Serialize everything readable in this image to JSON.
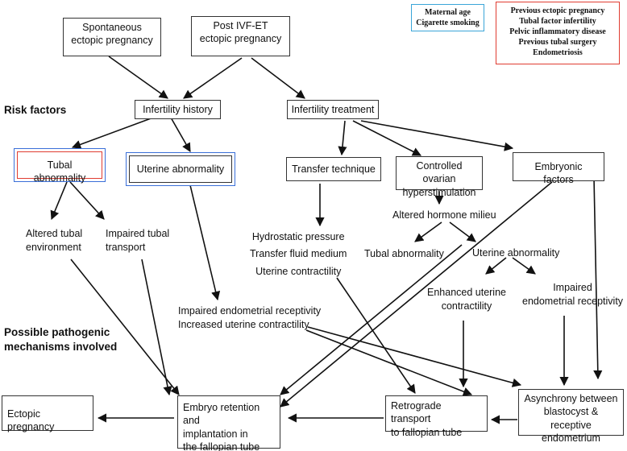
{
  "colors": {
    "box_border": "#333333",
    "arrow": "#111111",
    "red_accent": "#e03c31",
    "blue_accent": "#3a6fd8",
    "cyan_accent": "#3aa5d8"
  },
  "nodes": {
    "spontaneous": [
      "Spontaneous",
      "ectopic pregnancy"
    ],
    "post_ivf": [
      "Post IVF-ET",
      "ectopic pregnancy"
    ],
    "maternal_legend": [
      "Maternal age",
      "Cigarette smoking"
    ],
    "previous_legend": [
      "Previous ectopic pregnancy",
      "Tubal factor infertility",
      "Pelvic inflammatory disease",
      "Previous tubal surgery",
      "Endometriosis"
    ],
    "risk_factors_label": "Risk factors",
    "infertility_history": "Infertility history",
    "infertility_treatment": "Infertility treatment",
    "tubal_abnormality_box": "Tubal abnormality",
    "uterine_abnormality_box": "Uterine abnormality",
    "transfer_technique": "Transfer technique",
    "controlled_ovarian": [
      "Controlled ovarian",
      "hyperstimulation"
    ],
    "embryonic_factors": "Embryonic factors",
    "altered_tubal": [
      "Altered tubal",
      "environment"
    ],
    "impaired_tubal": [
      "Impaired tubal",
      "transport"
    ],
    "altered_hormone": "Altered hormone milieu",
    "hydrostatic": [
      "Hydrostatic pressure",
      "Transfer fluid medium",
      "Uterine contractility"
    ],
    "tubal_abnormality_text": "Tubal abnormality",
    "uterine_abnormality_text": "Uterine abnormality",
    "enhanced_uterine": [
      "Enhanced uterine",
      "contractility"
    ],
    "impaired_endometrial_receptivity": [
      "Impaired",
      "endometrial receptivity"
    ],
    "impaired_endometrial_increased": [
      "Impaired endometrial receptivity",
      "Increased uterine contractility"
    ],
    "pathogenic_label": [
      "Possible pathogenic",
      "mechanisms involved"
    ],
    "ectopic_pregnancy": "Ectopic pregnancy",
    "embryo_retention": [
      "Embryo retention and",
      "implantation in",
      "the fallopian tube"
    ],
    "retrograde": [
      "Retrograde transport",
      "to fallopian tube"
    ],
    "asynchrony": [
      "Asynchrony between",
      "blastocyst & receptive",
      "endometrium"
    ]
  }
}
